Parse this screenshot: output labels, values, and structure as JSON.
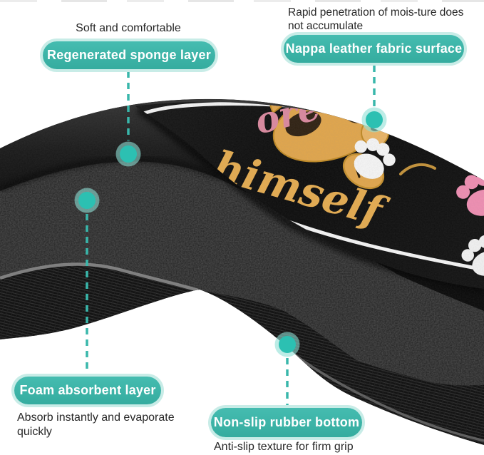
{
  "image_alt": "Pet mat layered structure infographic",
  "callouts": {
    "sponge": {
      "caption": "Soft and comfortable",
      "label": "Regenerated sponge layer"
    },
    "leather": {
      "caption": "Rapid penetration of mois-ture does not accumulate",
      "label": "Nappa leather fabric surface"
    },
    "foam": {
      "label": "Foam absorbent layer",
      "caption": "Absorb instantly and evaporate quickly"
    },
    "rubber": {
      "label": "Non-slip rubber bottom",
      "caption": "Anti-slip texture for firm grip"
    }
  },
  "mat_print": {
    "script_word_small": "ore",
    "script_word_large": "himself"
  },
  "colors": {
    "pill_teal": "#3cb3a7",
    "pill_ring": "#c8ece7",
    "dot_teal": "#2cc0b2",
    "dashed_teal": "#39b7ab",
    "caption_text": "#272727",
    "print_pink": "#DC8AA0",
    "print_gold": "#E6AD51",
    "paw_pink": "#F08FB3",
    "mat_black": "#101010"
  }
}
